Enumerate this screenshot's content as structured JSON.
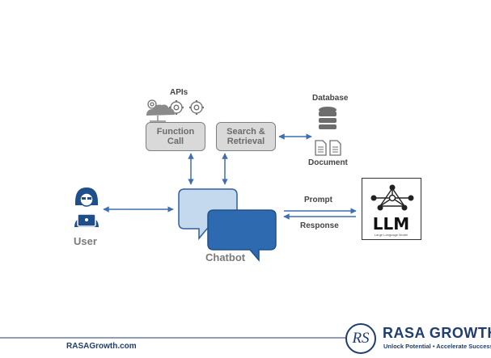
{
  "diagram": {
    "apis_label": "APIs",
    "function_call_line1": "Function",
    "function_call_line2": "Call",
    "search_line1": "Search &",
    "search_line2": "Retrieval",
    "database_label": "Database",
    "document_label": "Document",
    "user_label": "User",
    "chatbot_label": "Chatbot",
    "prompt_label": "Prompt",
    "response_label": "Response",
    "llm_label": "LLM",
    "llm_sublabel": "Large Language Model"
  },
  "footer": {
    "website": "RASAGrowth.com",
    "brand_monogram": "RS",
    "brand_name": "RASA GROWTH",
    "tagline": "Unlock Potential • Accelerate Success"
  },
  "colors": {
    "accent_blue": "#3f6fb0",
    "bubble_light": "#c4d8ee",
    "bubble_dark": "#2e6ab0",
    "box_fill": "#d9d9d9",
    "footer_navy": "#1f3e6e"
  }
}
